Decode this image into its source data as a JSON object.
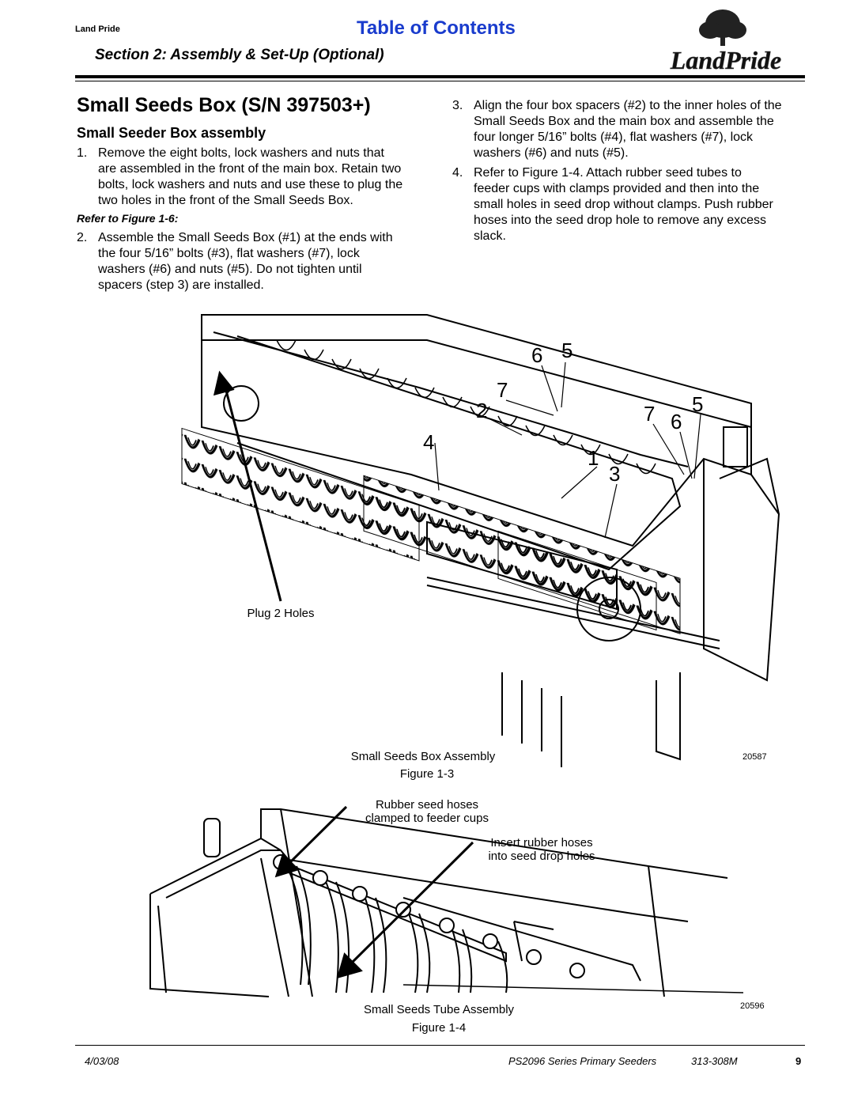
{
  "header": {
    "brand_small": "Land Pride",
    "toc_link": "Table of Contents",
    "section_title": "Section 2: Assembly & Set-Up (Optional)",
    "logo_text": "LandPride"
  },
  "content": {
    "title": "Small Seeds Box (S/N 397503+)",
    "subtitle": "Small Seeder Box assembly",
    "steps": [
      {
        "num": "1.",
        "lines": [
          "Remove the eight bolts, lock washers and nuts that",
          "are assembled in the front of the main box. Retain two",
          "bolts, lock washers and nuts and use these to plug the",
          "two holes in the front of the Small Seeds Box."
        ]
      },
      {
        "num": "2.",
        "lines": [
          "Assemble the Small Seeds Box (#1) at the ends with",
          "the four 5/16” bolts (#3), flat washers (#7), lock",
          "washers (#6) and nuts (#5). Do not tighten until",
          "spacers (step 3) are installed."
        ]
      },
      {
        "num": "3.",
        "lines": [
          "Align the four box spacers (#2) to the inner holes of the",
          "Small Seeds Box and the main box and assemble the",
          "four longer 5/16” bolts (#4), flat washers (#7), lock",
          "washers (#6) and nuts (#5)."
        ]
      },
      {
        "num": "4.",
        "lines": [
          "Refer to Figure 1-4. Attach rubber seed tubes to",
          "feeder cups with clamps provided and then into the",
          "small holes in seed drop without clamps. Push rubber",
          "hoses into the seed drop hole to remove any excess",
          "slack."
        ]
      }
    ],
    "refer_note": "Refer to Figure 1-6:"
  },
  "figure_1": {
    "callouts": [
      "6",
      "5",
      "7",
      "2",
      "7",
      "6",
      "5",
      "4",
      "1",
      "3"
    ],
    "plug_label": "Plug 2 Holes",
    "caption": "Small Seeds Box Assembly",
    "figure_label": "Figure 1-3",
    "image_number": "20587"
  },
  "figure_2": {
    "label_hoses": [
      "Rubber seed hoses",
      "clamped to feeder cups"
    ],
    "label_insert": [
      "Insert rubber hoses",
      "into seed drop holes"
    ],
    "caption": "Small Seeds Tube Assembly",
    "figure_label": "Figure 1-4",
    "image_number": "20596"
  },
  "footer": {
    "date": "4/03/08",
    "doc_title": "PS2096 Series Primary Seeders",
    "doc_number": "313-308M",
    "page_number": "9"
  },
  "colors": {
    "link_blue": "#1a3ccd"
  }
}
